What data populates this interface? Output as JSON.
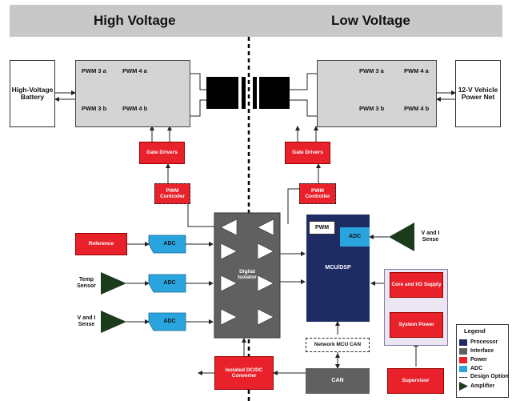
{
  "header": {
    "high_voltage": "High Voltage",
    "low_voltage": "Low Voltage"
  },
  "left_bridge": {
    "pwm3a": "PWM 3 a",
    "pwm4a": "PWM 4 a",
    "pwm3b": "PWM 3 b",
    "pwm4b": "PWM 4 b"
  },
  "right_bridge": {
    "pwm3a": "PWM 3 a",
    "pwm4a": "PWM 4 a",
    "pwm3b": "PWM 3 b",
    "pwm4b": "PWM 4 b"
  },
  "hv_battery": "High-Voltage Battery",
  "lv_net": "12-V Vehicle Power Net",
  "gate_drivers_left": "Gate Drivers",
  "gate_drivers_right": "Gate Drivers",
  "pwm_ctrl_left": "PWM Controller",
  "pwm_ctrl_right": "PWM Controller",
  "reference": "Reference",
  "adc1": "ADC",
  "adc2": "ADC",
  "adc3": "ADC",
  "adc_mcu": "ADC",
  "temp_sensor": "Temp Sensor",
  "vi_sense_left": "V and I Sense",
  "vi_sense_right": "V and I Sense",
  "digital_isolator": "Digital Isolator",
  "mcu": {
    "pwm": "PWM",
    "label": "MCU/DSP"
  },
  "core_io": "Core and I/O Supply",
  "system_power": "System Power",
  "network_can": "Network MCU CAN",
  "isolated_dcdc": "Isolated DC/DC Converter",
  "can": "CAN",
  "supervisor": "Supervisor",
  "legend": {
    "title": "Legend",
    "processor": "Processor",
    "interface": "Interface",
    "power": "Power",
    "adc": "ADC",
    "design_option": "Design Option",
    "amplifier": "Amplifier",
    "colors": {
      "processor": "#1f2b63",
      "interface": "#606060",
      "power": "#e8212b",
      "adc": "#2aa4df",
      "amplifier": "#1c3a1c"
    }
  }
}
